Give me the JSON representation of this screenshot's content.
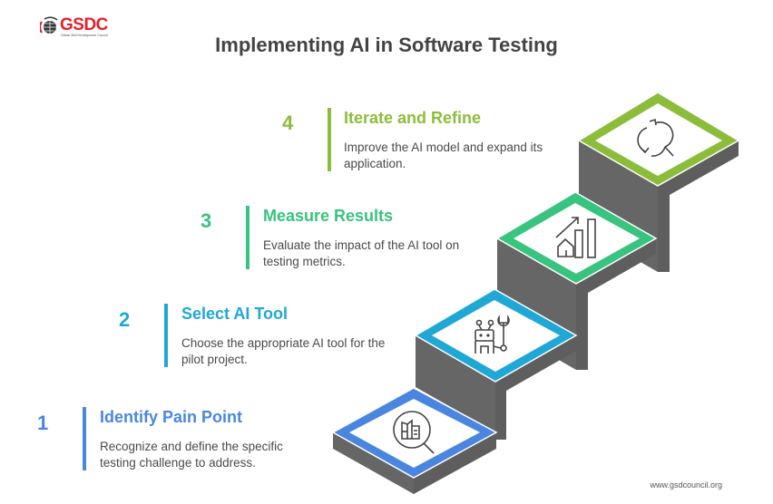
{
  "logo": {
    "text": "GSDC",
    "tagline": "Global Skill Development Council"
  },
  "title": "Implementing AI in Software Testing",
  "steps": [
    {
      "number": "1",
      "title": "Identify Pain Point",
      "description": "Recognize and define the specific testing challenge to address.",
      "color": "#4a86e0",
      "icon": "document-search-icon"
    },
    {
      "number": "2",
      "title": "Select AI Tool",
      "description": "Choose the appropriate AI tool for the pilot project.",
      "color": "#1fa8d6",
      "icon": "robot-wrench-icon"
    },
    {
      "number": "3",
      "title": "Measure Results",
      "description": "Evaluate the impact of the AI tool on testing metrics.",
      "color": "#38c37e",
      "icon": "growth-chart-icon"
    },
    {
      "number": "4",
      "title": "Iterate and Refine",
      "description": "Improve the AI model and expand its application.",
      "color": "#8cbd3a",
      "icon": "refresh-search-icon"
    }
  ],
  "colors": {
    "stair_side": "#666666",
    "title_text": "#434343",
    "body_text": "#4a4a4a"
  },
  "footer": "www.gsdcouncil.org"
}
